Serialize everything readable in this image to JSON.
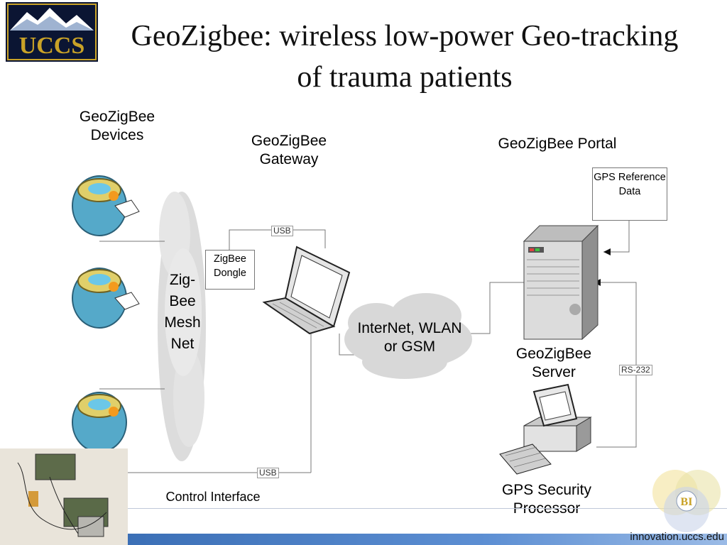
{
  "title": "GeoZigbee: wireless low-power Geo-tracking of trauma patients",
  "logo_text": "UCCS",
  "labels": {
    "devices": "GeoZigBee Devices",
    "gateway": "GeoZigBee Gateway",
    "portal": "GeoZigBee Portal",
    "mesh": "Zig-Bee Mesh Net",
    "dongle": "ZigBee Dongle",
    "internet": "InterNet, WLAN or GSM",
    "gps_ref": "GPS Reference Data",
    "server": "GeoZigBee Server",
    "gps_proc": "GPS Security Processor",
    "control": "Control Interface",
    "usb_top": "USB",
    "usb_bottom": "USB",
    "rs232": "RS-232"
  },
  "footer": {
    "url": "innovation.uccs.edu",
    "bi_logo": "BI"
  },
  "icons": [
    "watch-device-icon",
    "laptop-icon",
    "server-tower-icon",
    "desktop-computer-icon",
    "cloud-icon",
    "circuit-board-photo"
  ]
}
